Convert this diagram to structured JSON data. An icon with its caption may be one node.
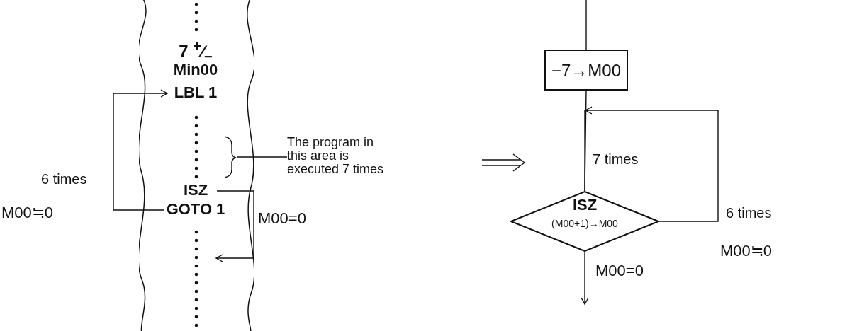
{
  "diagram": {
    "nodes": [
      {
        "text": [],
        "shape": "tape"
      },
      {
        "text": [
          "7 $^{+}$∕$_{−}$"
        ],
        "in": 0
      },
      {
        "text": [
          "**Min**00"
        ],
        "in": 0
      },
      {
        "text": [
          "LBL 1"
        ],
        "in": 0
      },
      {
        "text": [
          "ISZ"
        ],
        "in": 0
      },
      {
        "text": [
          "GOTO 1"
        ],
        "in": 0
      },
      {
        "text": [
          "The program in this area is executed 7 times"
        ]
      },
      {
        "text": [
          "−7→M00"
        ]
      },
      {
        "text": [
          "ISZ",
          "(M00+1)→M00"
        ]
      },
      {
        "text": [],
        "shape": "brace",
        "in": 0
      }
    ],
    "edges": [
      {
        "from": 5,
        "to": 3,
        "arrow": "to",
        "label": "6 times"
      },
      {
        "from": 4,
        "to": null,
        "arrow": "to",
        "label": "M00=0"
      },
      {
        "from": 6,
        "to": 9,
        "arrow": "none"
      },
      {
        "from": null,
        "to": 7,
        "arrow": "none"
      },
      {
        "from": 7,
        "to": 8,
        "arrow": "none",
        "label": "7 times"
      },
      {
        "from": 8,
        "to": 8,
        "arrow": "to",
        "label": "6 times"
      },
      {
        "from": 8,
        "to": null,
        "arrow": "to",
        "label": "M00=0"
      }
    ],
    "labels": [
      "M00≒0",
      "M00≒0"
    ]
  }
}
